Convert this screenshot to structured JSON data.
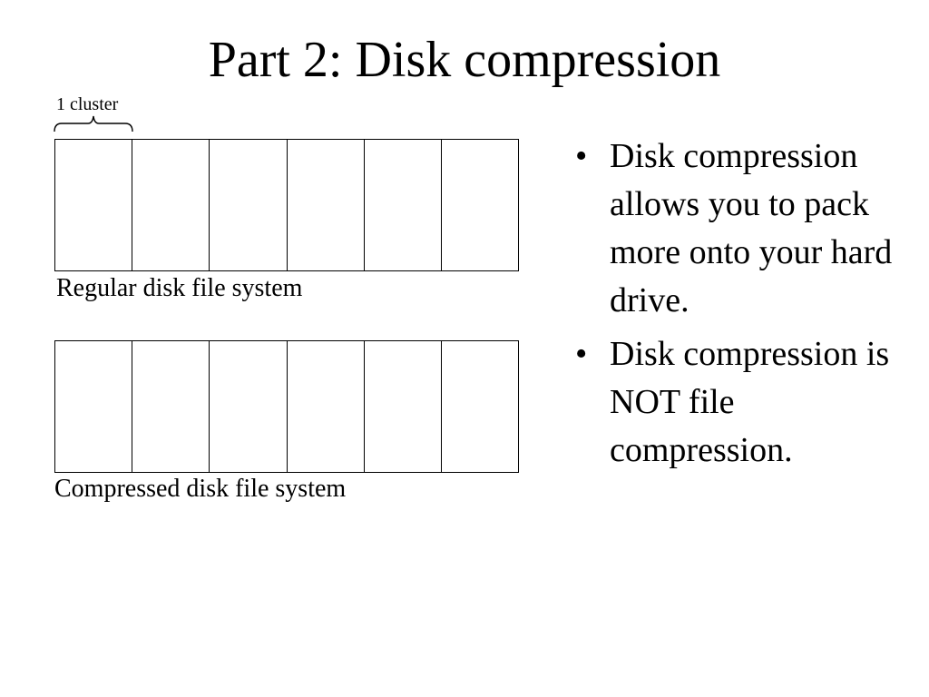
{
  "slide": {
    "title": "Part 2: Disk compression",
    "cluster_label": "1 cluster",
    "regular_disk": {
      "label": "Regular disk file system",
      "cluster_count": 6
    },
    "compressed_disk": {
      "label": "Compressed disk file system",
      "cluster_count": 6
    },
    "bullets": [
      "Disk compression allows you to pack more onto your hard drive.",
      "Disk compression is NOT file compression."
    ],
    "bullet_glyph": "•"
  }
}
